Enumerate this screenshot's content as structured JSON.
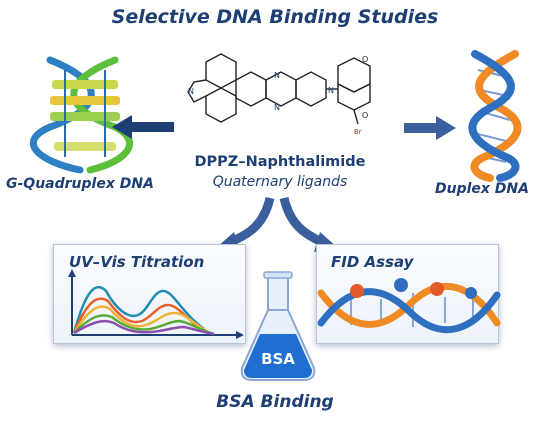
{
  "title": "Selective DNA Binding Studies",
  "center": {
    "compound": "DPPZ–Naphthalimide",
    "subtitle": "Quaternary ligands",
    "atom_br": "Br"
  },
  "left_label": "G-Quadruplex DNA",
  "right_label": "Duplex DNA",
  "panels": {
    "uvvis": "UV–Vis Titration",
    "fid": "FID Assay"
  },
  "flask_label": "BSA",
  "bottom_label": "BSA Binding",
  "colors": {
    "navy": "#1d3f73",
    "arrow": "#3a5f9c",
    "dna_orange": "#f08a24",
    "dna_blue": "#2f6fbf",
    "flask_blue": "#1e6fd0"
  }
}
